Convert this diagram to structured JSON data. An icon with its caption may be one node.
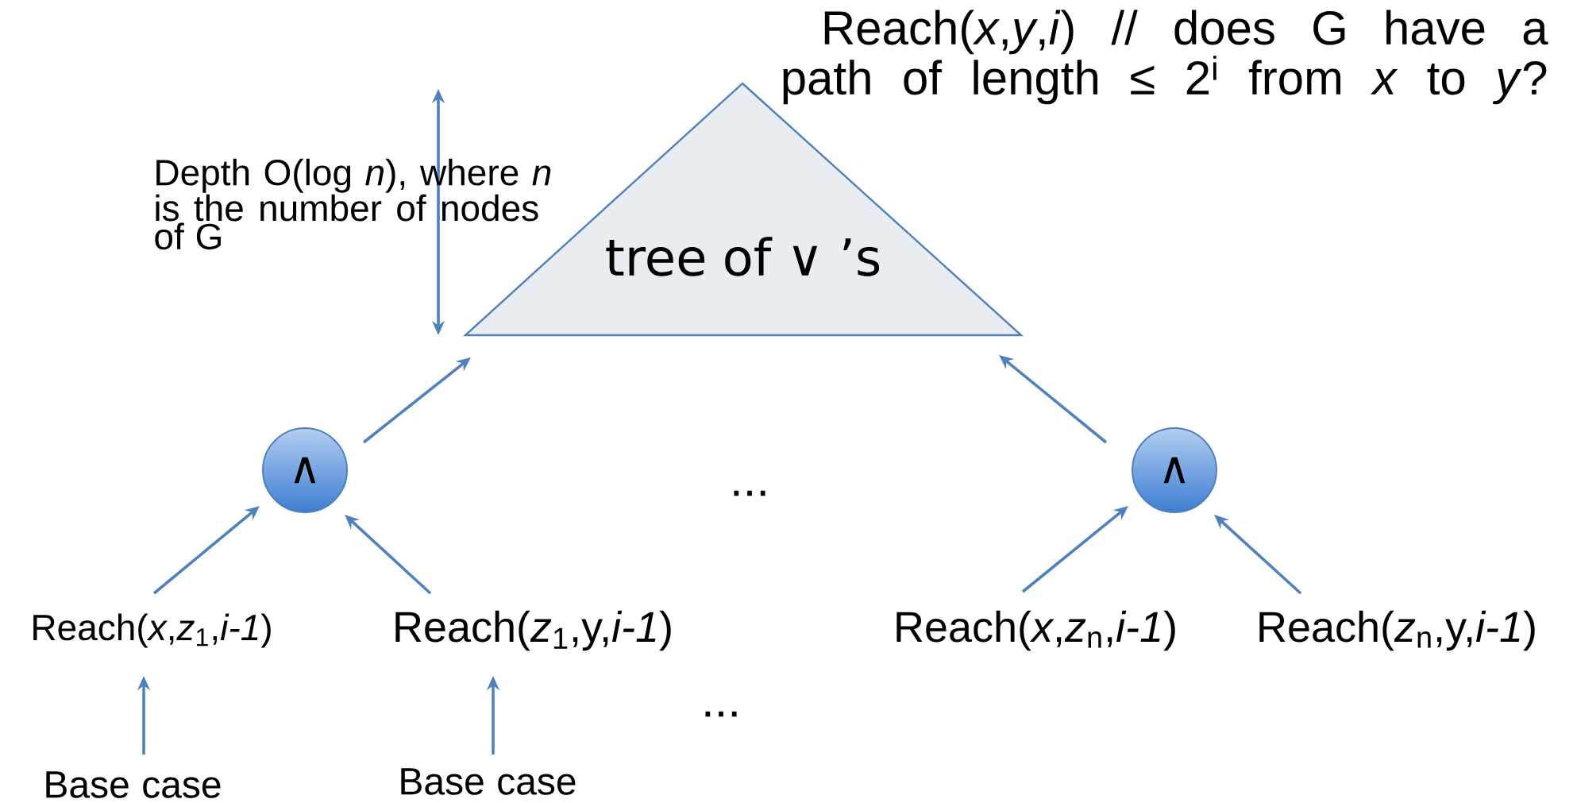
{
  "diagram": {
    "title": "Reach(*x*,*y*,*i*) // does G have a path of length ≤ 2$^{i}$ from *x* to *y*?",
    "nodes": [
      {
        "text": [
          "tree of ∨ ’s"
        ]
      },
      {
        "text": [
          "∧"
        ]
      },
      {
        "text": [
          "∧"
        ]
      },
      {
        "text": [
          "Reach(*x*,*z*$_{1}$,*i-1*)"
        ]
      },
      {
        "text": [
          "Reach(*z*$_{1}$,y,*i-1*)"
        ]
      },
      {
        "text": [
          "Reach(*x*,*z*$_{n}$,*i-1*)"
        ]
      },
      {
        "text": [
          "Reach(*z*$_{n}$,y,*i-1*)"
        ]
      },
      {
        "text": [
          "Base case"
        ]
      },
      {
        "text": [
          "Base case"
        ]
      }
    ],
    "edges": [
      {
        "from": 1,
        "to": 0,
        "arrow": "to"
      },
      {
        "from": 2,
        "to": 0,
        "arrow": "to"
      },
      {
        "from": 3,
        "to": 1,
        "arrow": "to"
      },
      {
        "from": 4,
        "to": 1,
        "arrow": "to"
      },
      {
        "from": 5,
        "to": 2,
        "arrow": "to"
      },
      {
        "from": 6,
        "to": 2,
        "arrow": "to"
      },
      {
        "from": 7,
        "to": 3,
        "arrow": "to"
      },
      {
        "from": 8,
        "to": 4,
        "arrow": "to"
      }
    ],
    "labels": [
      "Depth O(log *n*), where *n* is the number of nodes of G",
      "...",
      "..."
    ]
  }
}
